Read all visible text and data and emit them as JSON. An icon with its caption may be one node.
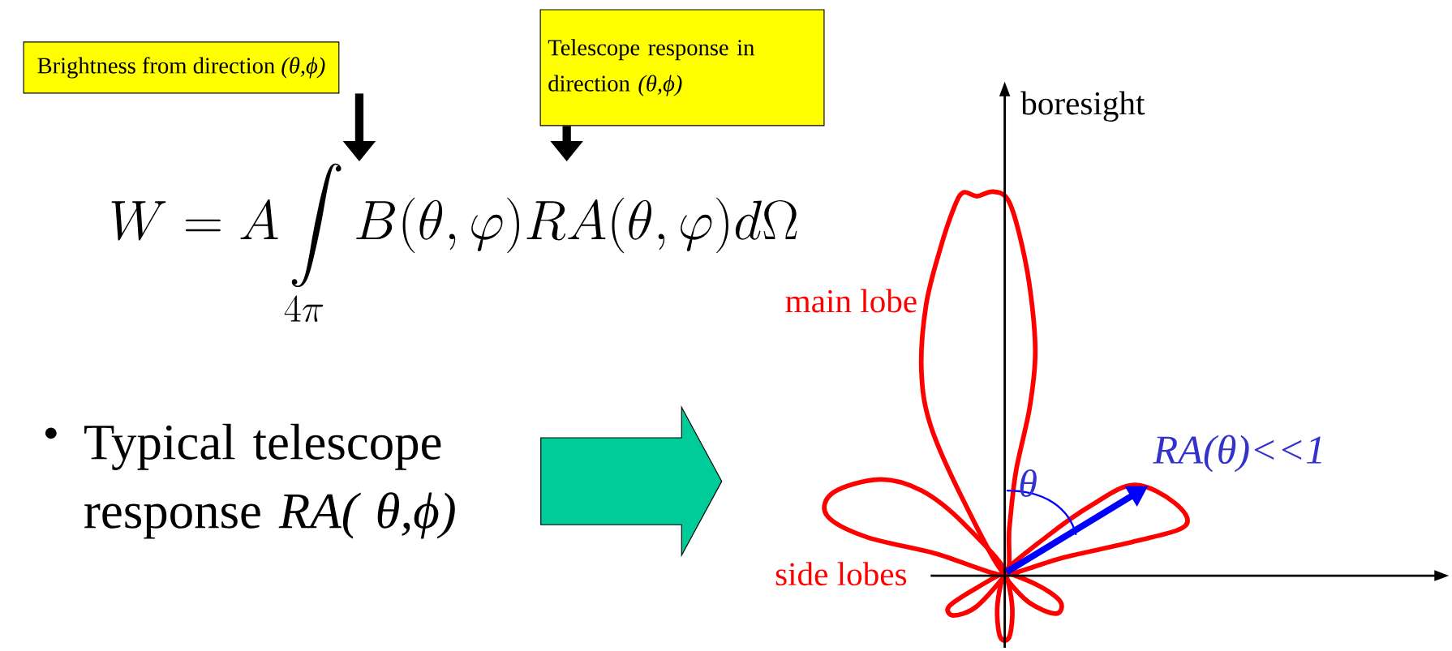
{
  "diagram": {
    "nodes": [
      {
        "text": [
          "Brightness from direction *(θ,ϕ)*"
        ]
      },
      {
        "text": [
          "Telescope response in direction *(θ,ϕ)*"
        ]
      },
      {
        "text": [
          "W =A\\int\\limits_{4\\pi} B(\\theta,\\varphi)RA(\\theta,\\varphi)d\\Omega"
        ]
      },
      {
        "text": [
          "Typical telescope response *RA( θ,ϕ)*"
        ]
      },
      {
        "text": [],
        "shape": "picture"
      }
    ],
    "edges": [
      {
        "from": 0,
        "to": 2,
        "arrow": "to"
      },
      {
        "from": 1,
        "to": 2,
        "arrow": "to"
      },
      {
        "from": 3,
        "to": 4,
        "arrow": "to",
        "style": "thick",
        "color": "#00cc99"
      }
    ],
    "labels": [
      "boresight",
      "main lobe",
      "side lobes",
      "θ",
      "RA(θ)<<1"
    ]
  }
}
